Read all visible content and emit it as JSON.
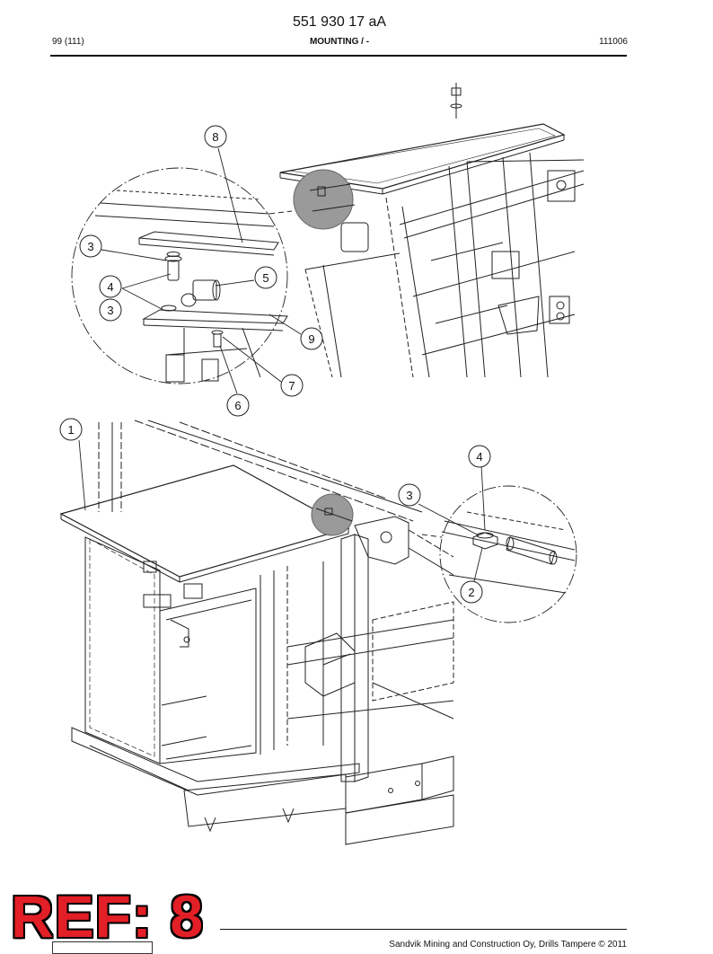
{
  "header": {
    "document_code": "551 930 17 aA",
    "page": "99 (111)",
    "section": "MOUNTING / -",
    "date_code": "111006"
  },
  "callouts": {
    "upper_detail": [
      "8",
      "3",
      "4",
      "3",
      "5",
      "9",
      "7",
      "6"
    ],
    "lower_main": [
      "1"
    ],
    "lower_detail": [
      "4",
      "3",
      "2"
    ]
  },
  "stamp": {
    "text": "REF: 8",
    "color": "#e21f26"
  },
  "footer": {
    "copyright": "Sandvik Mining and Construction Oy, Drills Tampere © 2011"
  }
}
